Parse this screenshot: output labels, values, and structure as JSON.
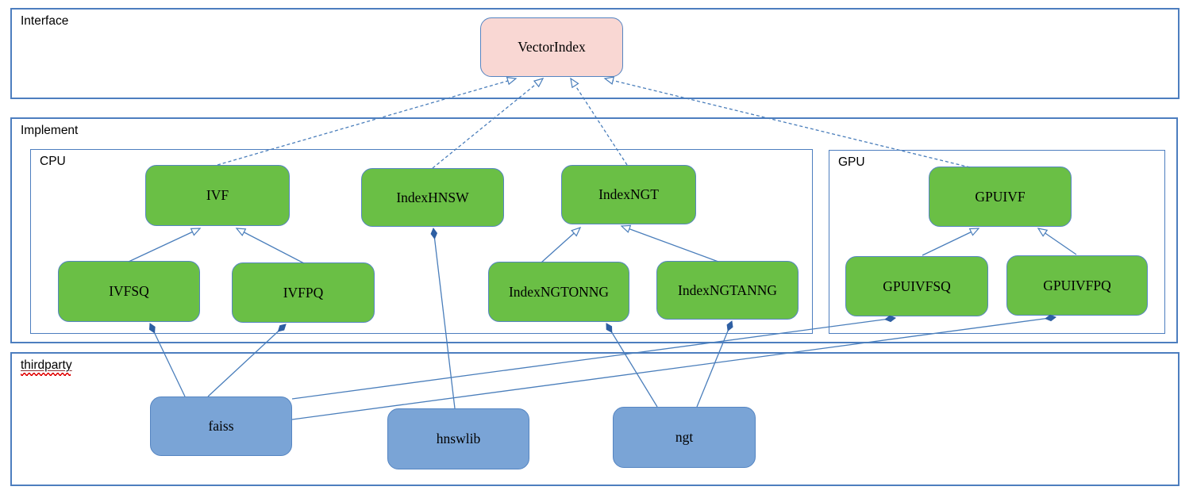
{
  "diagram": {
    "sections": {
      "interface": {
        "label": "Interface"
      },
      "implement": {
        "label": "Implement"
      },
      "cpu": {
        "label": "CPU"
      },
      "gpu": {
        "label": "GPU"
      },
      "thirdparty": {
        "label": "thirdparty"
      }
    },
    "nodes": {
      "vectorindex": {
        "label": "VectorIndex",
        "kind": "interface"
      },
      "ivf": {
        "label": "IVF",
        "kind": "cpu-implementation"
      },
      "indexhnsw": {
        "label": "IndexHNSW",
        "kind": "cpu-implementation"
      },
      "indexngt": {
        "label": "IndexNGT",
        "kind": "cpu-implementation"
      },
      "ivfsq": {
        "label": "IVFSQ",
        "kind": "cpu-implementation"
      },
      "ivfpq": {
        "label": "IVFPQ",
        "kind": "cpu-implementation"
      },
      "indexngtonng": {
        "label": "IndexNGTONNG",
        "kind": "cpu-implementation"
      },
      "indexngtanng": {
        "label": "IndexNGTANNG",
        "kind": "cpu-implementation"
      },
      "gpuivf": {
        "label": "GPUIVF",
        "kind": "gpu-implementation"
      },
      "gpuivfsq": {
        "label": "GPUIVFSQ",
        "kind": "gpu-implementation"
      },
      "gpuivfpq": {
        "label": "GPUIVFPQ",
        "kind": "gpu-implementation"
      },
      "faiss": {
        "label": "faiss",
        "kind": "thirdparty-library"
      },
      "hnswlib": {
        "label": "hnswlib",
        "kind": "thirdparty-library"
      },
      "ngt": {
        "label": "ngt",
        "kind": "thirdparty-library"
      }
    },
    "edges": [
      {
        "from": "IVF",
        "to": "VectorIndex",
        "type": "inheritance-dashed"
      },
      {
        "from": "IndexHNSW",
        "to": "VectorIndex",
        "type": "inheritance-dashed"
      },
      {
        "from": "IndexNGT",
        "to": "VectorIndex",
        "type": "inheritance-dashed"
      },
      {
        "from": "GPUIVF",
        "to": "VectorIndex",
        "type": "inheritance-dashed"
      },
      {
        "from": "IVFSQ",
        "to": "IVF",
        "type": "inheritance"
      },
      {
        "from": "IVFPQ",
        "to": "IVF",
        "type": "inheritance"
      },
      {
        "from": "IndexNGTONNG",
        "to": "IndexNGT",
        "type": "inheritance"
      },
      {
        "from": "IndexNGTANNG",
        "to": "IndexNGT",
        "type": "inheritance"
      },
      {
        "from": "GPUIVFSQ",
        "to": "GPUIVF",
        "type": "inheritance"
      },
      {
        "from": "GPUIVFPQ",
        "to": "GPUIVF",
        "type": "inheritance"
      },
      {
        "from": "faiss",
        "to": "IVFSQ",
        "type": "composition"
      },
      {
        "from": "faiss",
        "to": "IVFPQ",
        "type": "composition"
      },
      {
        "from": "faiss",
        "to": "GPUIVFSQ",
        "type": "composition"
      },
      {
        "from": "faiss",
        "to": "GPUIVFPQ",
        "type": "composition"
      },
      {
        "from": "hnswlib",
        "to": "IndexHNSW",
        "type": "composition"
      },
      {
        "from": "ngt",
        "to": "IndexNGTONNG",
        "type": "composition"
      },
      {
        "from": "ngt",
        "to": "IndexNGTANNG",
        "type": "composition"
      }
    ],
    "colors": {
      "interface_node_fill": "#f9d7d3",
      "implementation_node_fill": "#6abf45",
      "thirdparty_node_fill": "#7aa4d6",
      "node_border": "#5585c2",
      "container_border": "#4d7ebf",
      "edge_line": "#4a7ebb",
      "composition_diamond": "#2e5fa3",
      "spellcheck_squiggle": "#e00000",
      "text": "#000000"
    }
  }
}
